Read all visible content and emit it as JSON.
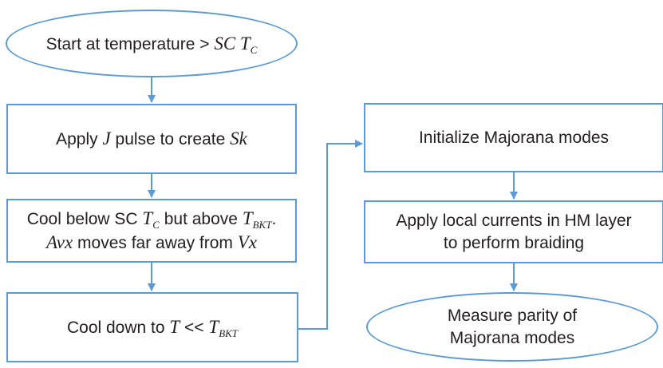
{
  "colors": {
    "stroke": "#5b9bd5",
    "text": "#231f20",
    "background": "#ffffff"
  },
  "nodes": {
    "start": {
      "text": "Start at temperature > ",
      "math": "SC T",
      "sub": "C"
    },
    "apply_pulse": {
      "pre": "Apply ",
      "j": "J",
      "mid": " pulse to create ",
      "sk": "Sk"
    },
    "cool_below": {
      "l1_pre": "Cool below SC ",
      "l1_t1": "T",
      "l1_sub1": "C",
      "l1_mid": " but above ",
      "l1_t2": "T",
      "l1_sub2": "BKT",
      "l1_end": ".",
      "l2_avx": "Avx",
      "l2_mid": " moves far away from ",
      "l2_vx": "Vx"
    },
    "cool_down": {
      "pre": "Cool down to ",
      "t": "T",
      "mid": " << ",
      "t2": "T",
      "sub": "BKT"
    },
    "init_majorana": {
      "text": "Initialize Majorana modes"
    },
    "apply_currents": {
      "line1": "Apply local currents in HM layer",
      "line2": "to perform braiding"
    },
    "measure_parity": {
      "line1": "Measure parity of",
      "line2": "Majorana modes"
    }
  }
}
